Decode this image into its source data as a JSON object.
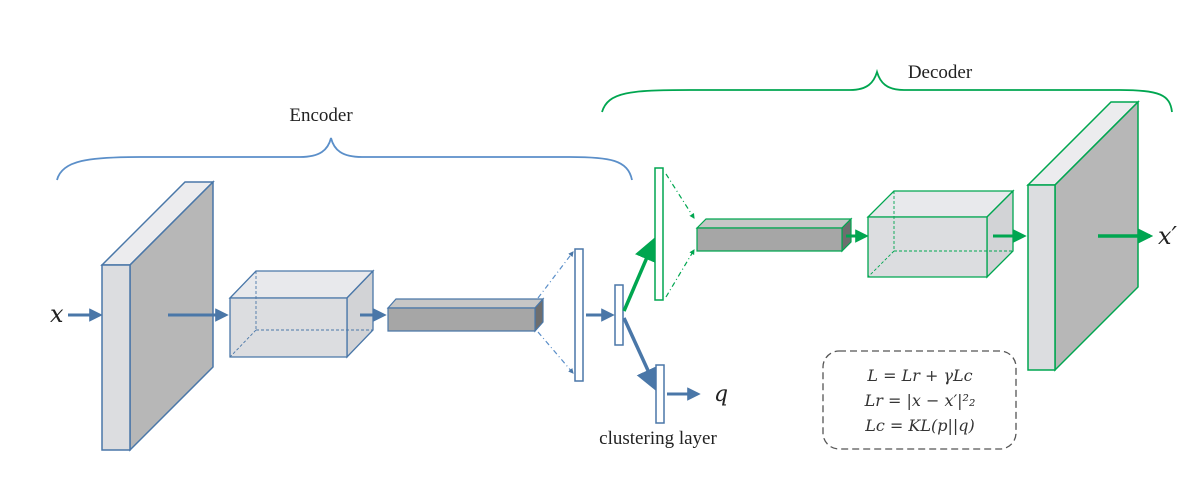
{
  "labels": {
    "encoder": "Encoder",
    "decoder": "Decoder",
    "clustering_layer": "clustering layer",
    "input": "x",
    "output": "x′",
    "q": "q"
  },
  "loss": {
    "line1": "L = Lr + γLc",
    "line2": "Lr = |x − x′|²₂",
    "line3": "Lc = KL(p||q)"
  },
  "colors": {
    "encoder": "#4a77a8",
    "decoder": "#00a650",
    "encoder_fill_front": "#dcdde0",
    "encoder_fill_side": "#b3b3b3",
    "bar_fill": "#999999",
    "border_dash": "#555555"
  }
}
